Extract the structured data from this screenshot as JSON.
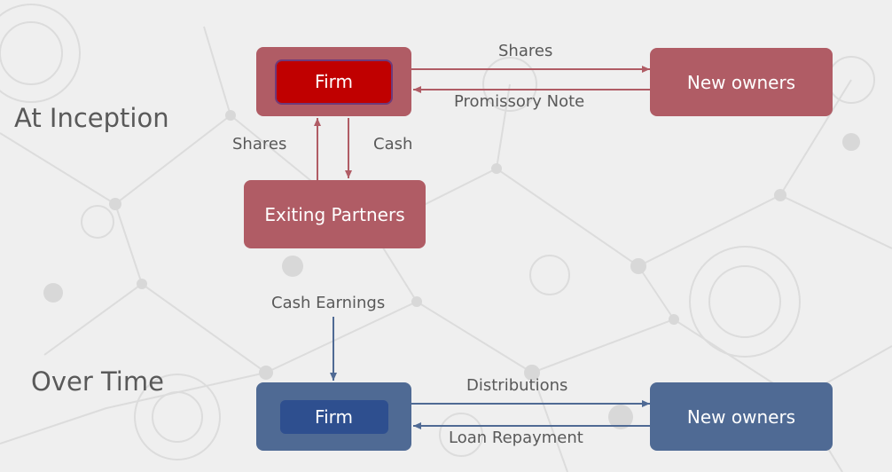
{
  "sections": {
    "inception": "At Inception",
    "over_time": "Over Time"
  },
  "inception": {
    "firm": "Firm",
    "new_owners": "New owners",
    "exiting_partners": "Exiting Partners",
    "shares_to_new_owners": "Shares",
    "promissory_note": "Promissory Note",
    "shares_from_partners": "Shares",
    "cash_to_partners": "Cash"
  },
  "over_time": {
    "cash_earnings": "Cash Earnings",
    "firm": "Firm",
    "new_owners": "New owners",
    "distributions": "Distributions",
    "loan_repayment": "Loan Repayment"
  },
  "colors": {
    "red_outer": "#b05c65",
    "red_inner": "#c00000",
    "blue_outer": "#4f6a94",
    "blue_inner": "#2e4f8f",
    "red_arrow": "#b05c65",
    "blue_arrow": "#4f6a94"
  }
}
